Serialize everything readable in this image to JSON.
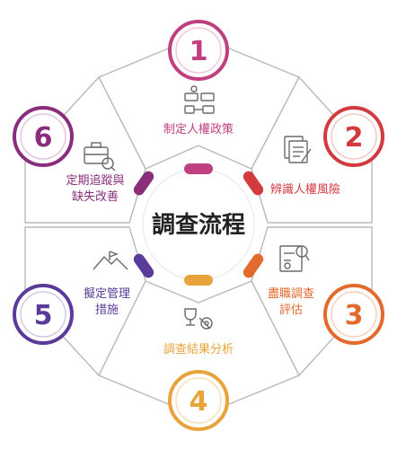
{
  "center": {
    "title": "調查流程"
  },
  "colors": {
    "step1": "#c0407f",
    "step2": "#d23a3d",
    "step3": "#e26a2c",
    "step4": "#e8a33a",
    "step5": "#5a3b9a",
    "step6": "#8a2e7c",
    "outline": "#b9b9b9",
    "icon": "#6a6a6a"
  },
  "steps": [
    {
      "number": "1",
      "label": "制定人權政策",
      "icon": "org-chart-icon"
    },
    {
      "number": "2",
      "label": "辨識人權風險",
      "icon": "document-pen-icon"
    },
    {
      "number": "3",
      "label_line1": "盡職調查",
      "label_line2": "評估",
      "icon": "checklist-search-icon"
    },
    {
      "number": "4",
      "label": "調查結果分析",
      "icon": "trophy-target-icon"
    },
    {
      "number": "5",
      "label_line1": "擬定管理",
      "label_line2": "措施",
      "icon": "mountain-flag-icon"
    },
    {
      "number": "6",
      "label_line1": "定期追蹤與",
      "label_line2": "缺失改善",
      "icon": "briefcase-search-icon"
    }
  ]
}
